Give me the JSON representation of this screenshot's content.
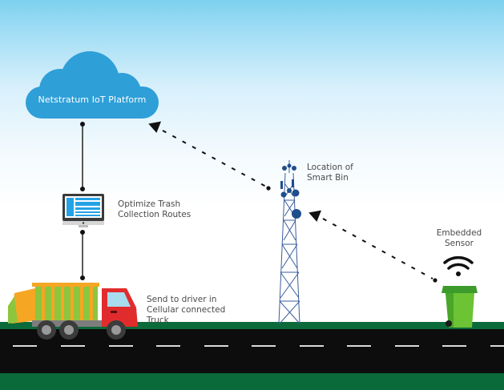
{
  "diagram": {
    "title": "Smart Waste Collection IoT Flow",
    "nodes": {
      "cloud": {
        "label": "Netstratum IoT Platform",
        "icon": "cloud-icon"
      },
      "computer": {
        "label_line1": "Optimize Trash",
        "label_line2": "Collection Routes",
        "icon": "monitor-icon"
      },
      "tower": {
        "label_line1": "Location of",
        "label_line2": "Smart Bin",
        "icon": "cell-tower-icon"
      },
      "sensor": {
        "label_line1": "Embedded",
        "label_line2": "Sensor",
        "icon": "wifi-icon"
      },
      "bin": {
        "icon": "trash-bin-icon"
      },
      "truck": {
        "label_line1": "Send to driver in",
        "label_line2": "Cellular connected",
        "label_line3": "Truck",
        "icon": "garbage-truck-icon"
      }
    },
    "connections": [
      {
        "from": "sensor",
        "to": "tower",
        "style": "dashed-arrow"
      },
      {
        "from": "tower",
        "to": "cloud",
        "style": "dashed-arrow"
      },
      {
        "from": "cloud",
        "to": "computer",
        "style": "solid-line"
      },
      {
        "from": "computer",
        "to": "truck",
        "style": "solid-line"
      }
    ]
  },
  "colors": {
    "sky_top": "#7dd1ef",
    "cloud": "#2f9fd8",
    "grass": "#0b6a3a",
    "road": "#0d0d0d",
    "bin_green": "#5cb531",
    "truck_red": "#e02c2c",
    "truck_green": "#8cc63f",
    "truck_yellow": "#f5a623",
    "tower_blue": "#1f4e8c"
  }
}
